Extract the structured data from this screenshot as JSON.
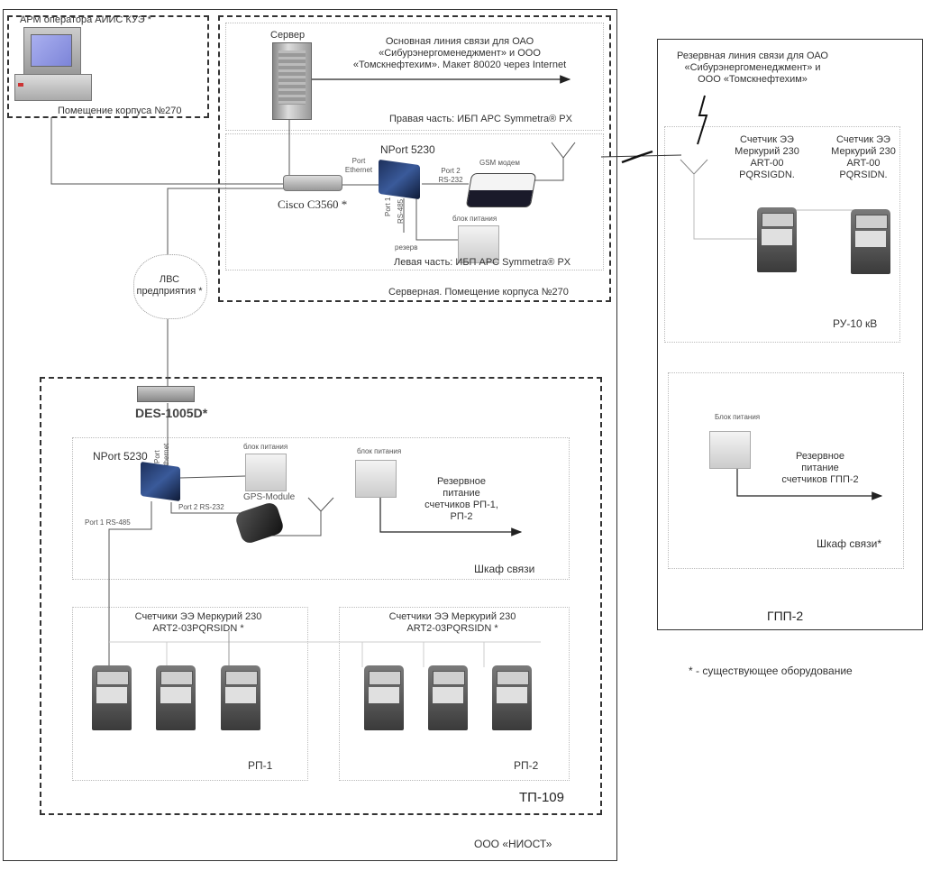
{
  "diagram": {
    "org_main": "ООО «НИОСТ»",
    "legend": "* - существующее оборудование",
    "operator_room": {
      "title": "АРМ оператора АИИС КУЭ *",
      "room": "Помещение корпуса №270"
    },
    "server_room": {
      "server_label": "Сервер",
      "main_link": [
        "Основная линия связи для ОАО",
        "«Сибурэнергоменеджмент» и ООО",
        "«Томскнефтехим». Макет 80020 через Internet"
      ],
      "ups_right": "Правая часть: ИБП APC Symmetra® PX",
      "ups_left": "Левая часть: ИБП APC Symmetra® PX",
      "room": "Серверная. Помещение корпуса №270",
      "cisco": "Cisco  C3560 *",
      "nport": "NPort 5230",
      "port_ethernet": [
        "Port",
        "Ethernet"
      ],
      "port2": [
        "Port 2",
        "RS-232"
      ],
      "port1": [
        "Port 1",
        "RS-485"
      ],
      "reserve": "резерв",
      "gsm": "GSM модем",
      "power_unit": "блок питания"
    },
    "lan": [
      "ЛВС",
      "предприятия *"
    ],
    "tp109": {
      "switch": "DES-1005D*",
      "cabinet": {
        "nport": "NPort 5230",
        "port_ethernet": [
          "Port",
          "Ethernet"
        ],
        "power_unit_1": "блок питания",
        "power_unit_2": "блок питания",
        "gps": "GPS-Module",
        "port2": "Port 2 RS-232",
        "port1": "Port 1 RS-485",
        "reserve_power": [
          "Резервное",
          "питание",
          "счетчиков РП-1,",
          "РП-2"
        ],
        "label": "Шкаф связи"
      },
      "rp1": {
        "meters": [
          "Счетчики ЭЭ Меркурий 230",
          "ART2-03PQRSIDN *"
        ],
        "label": "РП-1",
        "count": 3
      },
      "rp2": {
        "meters": [
          "Счетчики ЭЭ Меркурий 230",
          "ART2-03PQRSIDN *"
        ],
        "label": "РП-2",
        "count": 3
      },
      "label": "ТП-109"
    },
    "gpp2": {
      "backup_link": [
        "Резервная линия связи для ОАО",
        "«Сибурэнергоменеджмент» и",
        "ООО «Томскнефтехим»"
      ],
      "meter1": [
        "Счетчик ЭЭ",
        "Меркурий 230",
        "ART-00",
        "PQRSIGDN."
      ],
      "meter2": [
        "Счетчик ЭЭ",
        "Меркурий 230",
        "ART-00",
        "PQRSIDN."
      ],
      "ru_label": "РУ-10 кВ",
      "power_unit": "Блок питания",
      "reserve_power": [
        "Резервное",
        "питание",
        "счетчиков ГПП-2"
      ],
      "cabinet": "Шкаф связи*",
      "label": "ГПП-2"
    }
  }
}
